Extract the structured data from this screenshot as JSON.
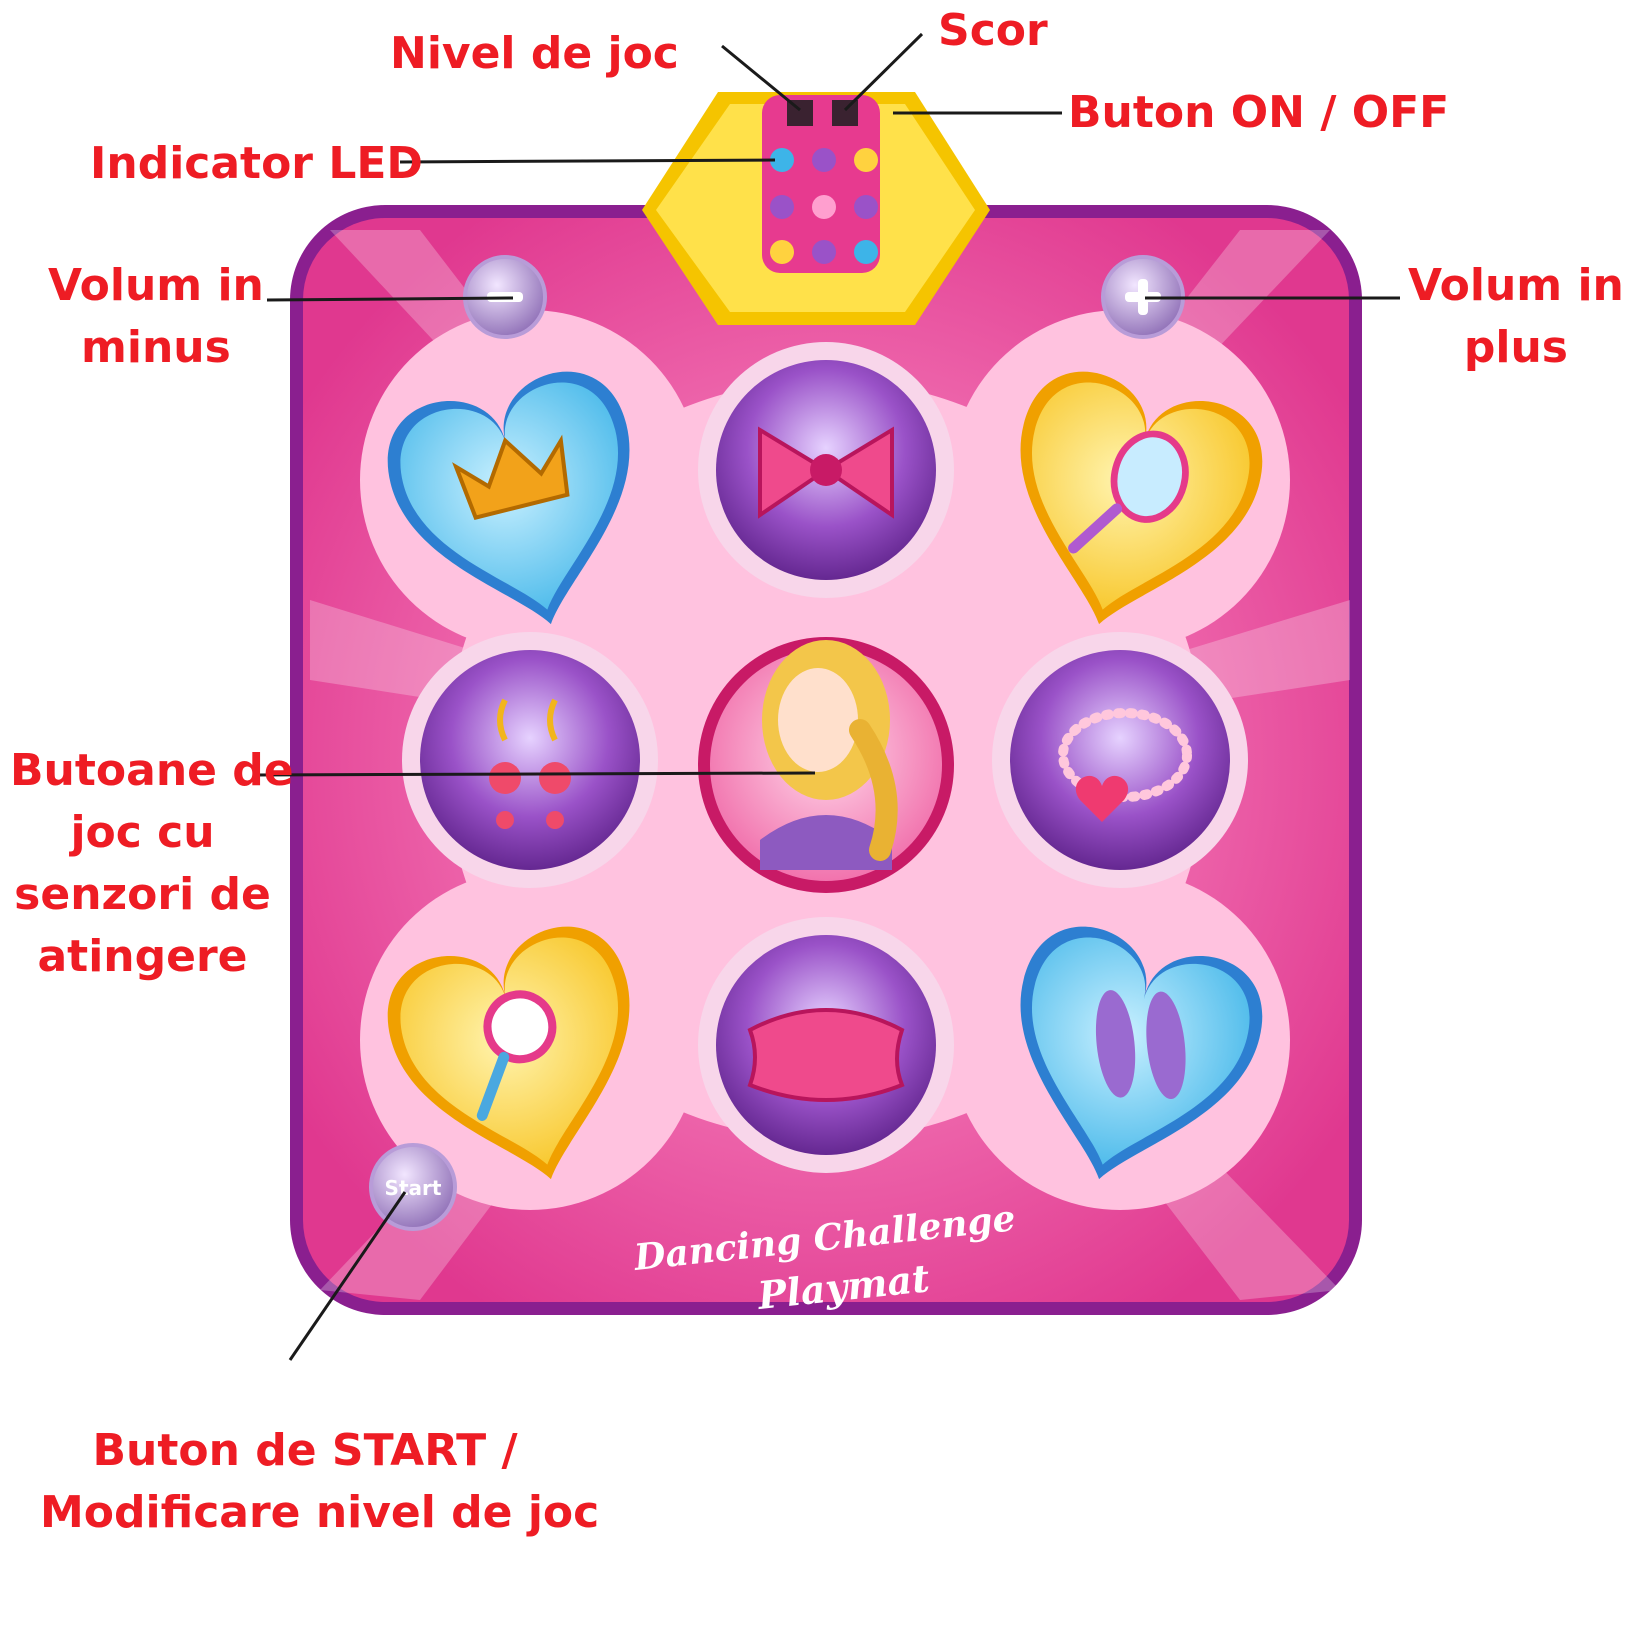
{
  "labels": {
    "level": "Nivel de joc",
    "score": "Scor",
    "power": "Buton ON / OFF",
    "led": "Indicator LED",
    "vol_minus": [
      "Volum in",
      "minus"
    ],
    "vol_plus": [
      "Volum in",
      "plus"
    ],
    "touch": [
      "Butoane de",
      "joc cu",
      "senzori de",
      "atingere"
    ],
    "start": [
      "Buton de START /",
      "Modificare nivel de joc"
    ]
  },
  "mat": {
    "start_button": "Start",
    "brand_line1": "Dancing Challenge",
    "brand_line2": "Playmat",
    "pads": [
      "crown",
      "bow",
      "mirror",
      "earrings",
      "girl",
      "necklace",
      "hand-mirror",
      "pillow",
      "shoes"
    ]
  },
  "colors": {
    "label_red": "#ee1c24",
    "mat_pink": "#e0388f",
    "mat_border": "#8a1f8f",
    "yellow": "#ffd23f",
    "blue": "#5ec8f0",
    "purple": "#7b3aa6"
  }
}
